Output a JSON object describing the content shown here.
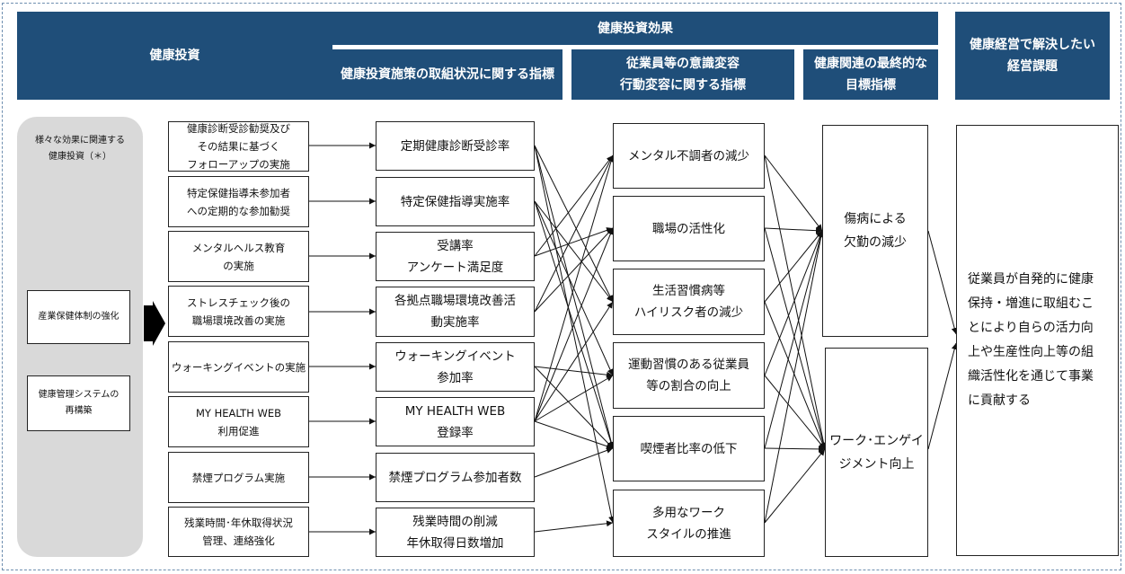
{
  "headers": {
    "investment": "健康投資",
    "effect": "健康投資効果",
    "indicator": "健康投資施策の取組状況に関する指標",
    "awareness": "従業員等の意識変容\n行動変容に関する指標",
    "final": "健康関連の最終的な\n目標指標",
    "issue": "健康経営で解決したい\n経営課題"
  },
  "sidebar": {
    "label": "様々な効果に関連する\n健康投資（＊）",
    "items": [
      "産業保健体制の強化",
      "健康管理システムの\n再構築"
    ]
  },
  "investments": [
    "健康診断受診勧奨及び\nその結果に基づく\nフォローアップの実施",
    "特定保健指導未参加者\nへの定期的な参加勧奨",
    "メンタルヘルス教育\nの実施",
    "ストレスチェック後の\n職場環境改善の実施",
    "ウォーキングイベントの実施",
    "MY HEALTH WEB\n利用促進",
    "禁煙プログラム実施",
    "残業時間･年休取得状況\n管理、連絡強化"
  ],
  "indicators": [
    "定期健康診断受診率",
    "特定保健指導実施率",
    "受講率\nアンケート満足度",
    "各拠点職場環境改善活\n動実施率",
    "ウォーキングイベント\n参加率",
    "MY HEALTH WEB\n登録率",
    "禁煙プログラム参加者数",
    "残業時間の削減\n年休取得日数増加"
  ],
  "effects": [
    "メンタル不調者の減少",
    "職場の活性化",
    "生活習慣病等\nハイリスク者の減少",
    "運動習慣のある従業員\n等の割合の向上",
    "喫煙者比率の低下",
    "多用なワーク\nスタイルの推進"
  ],
  "finals": [
    "傷病による\n欠勤の減少",
    "ワーク･エンゲイ\nジメント向上"
  ],
  "goal": "従業員が自発的に健康\n保持・増進に取組むこ\nとにより自らの活力向\n上や生産性向上等の組\n織活性化を通じて事業\nに貢献する"
}
